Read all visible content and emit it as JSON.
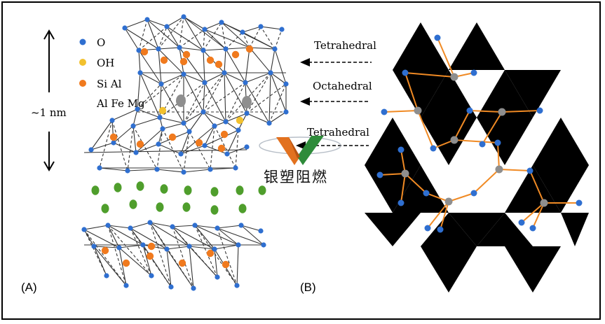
{
  "panel_a": {
    "label": "(A)",
    "legend": [
      {
        "label": "O",
        "color": "#2f6fd0"
      },
      {
        "label": "OH",
        "color": "#f2c12e"
      },
      {
        "label": "Si Al",
        "color": "#f07a1e"
      },
      {
        "label": "Al Fe Mg",
        "color": "#8e8e8e"
      }
    ],
    "scale_label": "~1 nm",
    "layer_labels": [
      "Tetrahedral",
      "Octahedral",
      "Tetrahedral"
    ]
  },
  "panel_b": {
    "label": "(B)"
  },
  "watermark": {
    "text": "银塑阻燃"
  },
  "colors": {
    "oxygen": "#2f6fd0",
    "hydroxyl": "#f2c12e",
    "silicon": "#f07a1e",
    "octa_cation": "#8e8e8e",
    "interlayer": "#4f9e2c",
    "bond_orange": "#f08a24",
    "triangle": "#000000"
  }
}
